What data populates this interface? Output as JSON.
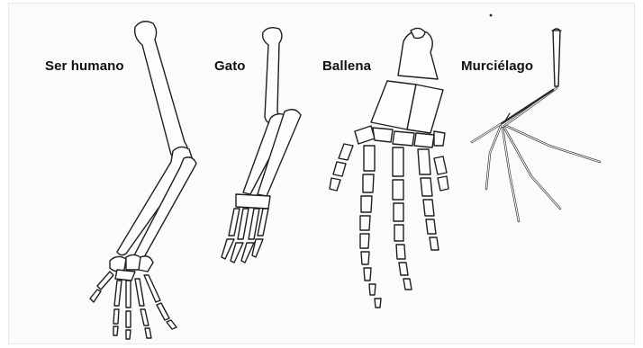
{
  "labels": {
    "human": "Ser humano",
    "cat": "Gato",
    "whale": "Ballena",
    "bat": "Murciélago"
  }
}
